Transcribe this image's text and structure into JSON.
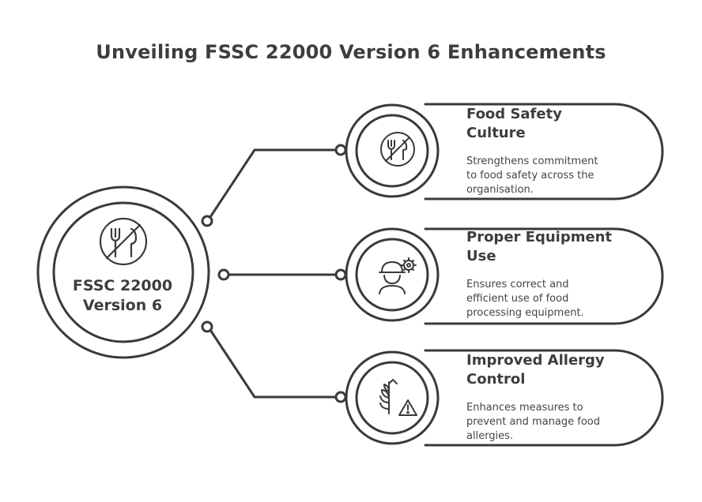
{
  "title": "Unveiling FSSC 22000 Version 6 Enhancements",
  "hub": {
    "line1": "FSSC 22000",
    "line2": "Version 6",
    "icon": "no-utensils-icon"
  },
  "cards": [
    {
      "title_line1": "Food Safety",
      "title_line2": "Culture",
      "desc_line1": "Strengthens commitment",
      "desc_line2": "to food safety across the",
      "desc_line3": "organisation.",
      "icon": "no-utensils-icon"
    },
    {
      "title_line1": "Proper Equipment",
      "title_line2": "Use",
      "desc_line1": "Ensures correct and",
      "desc_line2": "efficient use of food",
      "desc_line3": "processing equipment.",
      "icon": "worker-gear-icon"
    },
    {
      "title_line1": "Improved Allergy",
      "title_line2": "Control",
      "desc_line1": "Enhances measures to",
      "desc_line2": "prevent and manage food",
      "desc_line3": "allergies.",
      "icon": "wheat-warning-icon"
    }
  ],
  "colors": {
    "stroke": "#3a3a3a",
    "background": "#ffffff"
  }
}
